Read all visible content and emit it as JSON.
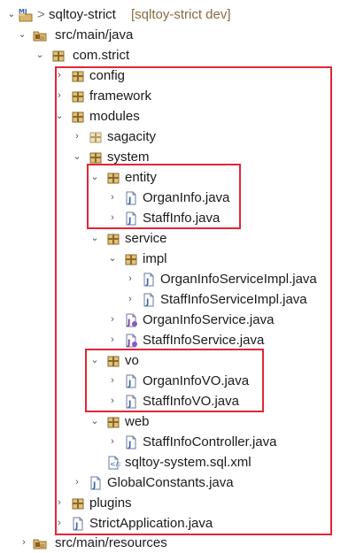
{
  "project": {
    "prefix": ">",
    "name": "sqltoy-strict",
    "decoration": "[sqltoy-strict dev]"
  },
  "tree": [
    {
      "label": "src/main/java",
      "icon": "source-folder-icon",
      "toggle": "expanded"
    },
    {
      "label": "com.strict",
      "icon": "package-icon",
      "toggle": "expanded"
    },
    {
      "label": "config",
      "icon": "package-icon",
      "toggle": "collapsed"
    },
    {
      "label": "framework",
      "icon": "package-icon",
      "toggle": "collapsed"
    },
    {
      "label": "modules",
      "icon": "package-icon",
      "toggle": "expanded"
    },
    {
      "label": "sagacity",
      "icon": "package-icon",
      "toggle": "collapsed"
    },
    {
      "label": "system",
      "icon": "package-icon",
      "toggle": "expanded"
    },
    {
      "label": "entity",
      "icon": "package-icon",
      "toggle": "expanded"
    },
    {
      "label": "OrganInfo.java",
      "icon": "java-file-icon",
      "toggle": "collapsed"
    },
    {
      "label": "StaffInfo.java",
      "icon": "java-file-icon",
      "toggle": "collapsed"
    },
    {
      "label": "service",
      "icon": "package-icon",
      "toggle": "expanded"
    },
    {
      "label": "impl",
      "icon": "package-icon",
      "toggle": "expanded"
    },
    {
      "label": "OrganInfoServiceImpl.java",
      "icon": "java-file-icon",
      "toggle": "collapsed"
    },
    {
      "label": "StaffInfoServiceImpl.java",
      "icon": "java-file-icon",
      "toggle": "collapsed"
    },
    {
      "label": "OrganInfoService.java",
      "icon": "java-interface-icon",
      "toggle": "collapsed"
    },
    {
      "label": "StaffInfoService.java",
      "icon": "java-interface-icon",
      "toggle": "collapsed"
    },
    {
      "label": "vo",
      "icon": "package-icon",
      "toggle": "expanded"
    },
    {
      "label": "OrganInfoVO.java",
      "icon": "java-file-icon",
      "toggle": "collapsed"
    },
    {
      "label": "StaffInfoVO.java",
      "icon": "java-file-icon",
      "toggle": "collapsed"
    },
    {
      "label": "web",
      "icon": "package-icon",
      "toggle": "expanded"
    },
    {
      "label": "StaffInfoController.java",
      "icon": "java-file-icon",
      "toggle": "collapsed"
    },
    {
      "label": "sqltoy-system.sql.xml",
      "icon": "xml-file-icon",
      "toggle": "none"
    },
    {
      "label": "GlobalConstants.java",
      "icon": "java-file-icon",
      "toggle": "collapsed"
    },
    {
      "label": "plugins",
      "icon": "package-icon",
      "toggle": "collapsed"
    },
    {
      "label": "StrictApplication.java",
      "icon": "java-file-icon",
      "toggle": "collapsed"
    },
    {
      "label": "src/main/resources",
      "icon": "source-folder-icon",
      "toggle": "collapsed"
    }
  ],
  "highlight_color": "#e32636"
}
